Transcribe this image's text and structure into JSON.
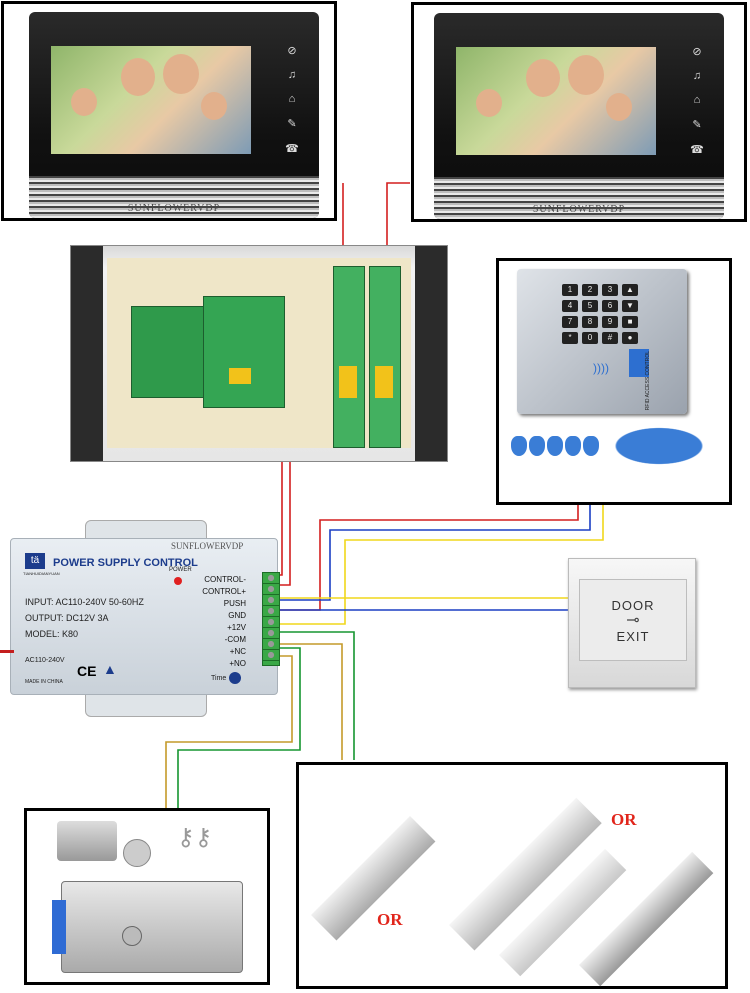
{
  "monitor": {
    "brand": "SUNFLOWERVDP"
  },
  "psu": {
    "brand_logo": "TIANHUIDIANYUAN",
    "title": "POWER SUPPLY CONTROL",
    "brand": "SUNFLOWERVDP",
    "power_label": "POWER",
    "input": "INPUT: AC110-240V  50-60HZ",
    "output": "OUTPUT: DC12V  3A",
    "model": "MODEL:  K80",
    "ac_label": "AC110-240V",
    "made": "MADE IN CHINA",
    "time_label": "Time",
    "terminals": [
      "CONTROL-",
      "CONTROL+",
      "PUSH",
      "GND",
      "+12V",
      "-COM",
      "+NC",
      "+NO"
    ]
  },
  "keypad": {
    "keys": [
      "1",
      "2",
      "3",
      "▲",
      "4",
      "5",
      "6",
      "▼",
      "7",
      "8",
      "9",
      "■",
      "*",
      "0",
      "#",
      "●"
    ],
    "side_label": "RFID ACCESS CONTROL"
  },
  "exit_button": {
    "line1": "DOOR",
    "line2": "EXIT"
  },
  "locks": {
    "or_label": "OR"
  },
  "wire_colors": {
    "red": "#d41f1f",
    "blue": "#1b3fc4",
    "yellow": "#f0d71c",
    "green": "#169630",
    "olive": "#c49a2a"
  },
  "icons": {
    "monitor_buttons": [
      "mute-icon",
      "music-icon",
      "unlock-icon",
      "talk-icon",
      "phone-icon"
    ]
  }
}
